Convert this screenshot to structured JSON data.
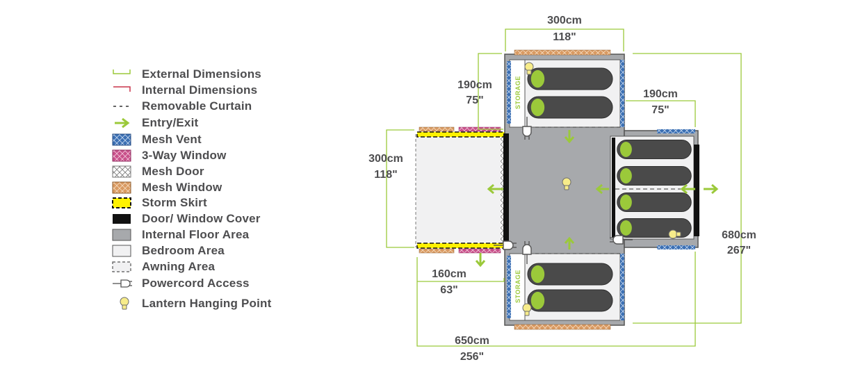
{
  "colors": {
    "green": "#9bc93a",
    "red": "#c8344a",
    "text": "#4d4d4f",
    "floor": "#a7a9ac",
    "bedroom": "#f1f1f2",
    "mesh_vent": "#3b6fb3",
    "window_3way": "#c8508a",
    "mesh_window": "#d99a62",
    "storm_skirt": "#fff200",
    "cover": "#111111",
    "sleeping_bag": "#4a4a4a",
    "bulb": "#f7ec8a"
  },
  "legend": [
    {
      "icon": "external-dimensions-icon",
      "label": "External Dimensions"
    },
    {
      "icon": "internal-dimensions-icon",
      "label": "Internal Dimensions"
    },
    {
      "icon": "removable-curtain-icon",
      "label": "Removable Curtain"
    },
    {
      "icon": "entry-exit-arrow-icon",
      "label": "Entry/Exit"
    },
    {
      "icon": "mesh-vent-icon",
      "label": "Mesh Vent"
    },
    {
      "icon": "three-way-window-icon",
      "label": "3-Way Window"
    },
    {
      "icon": "mesh-door-icon",
      "label": "Mesh Door"
    },
    {
      "icon": "mesh-window-icon",
      "label": "Mesh Window"
    },
    {
      "icon": "storm-skirt-icon",
      "label": "Storm Skirt"
    },
    {
      "icon": "door-window-cover-icon",
      "label": "Door/ Window Cover"
    },
    {
      "icon": "internal-floor-area-icon",
      "label": "Internal Floor Area"
    },
    {
      "icon": "bedroom-area-icon",
      "label": "Bedroom Area"
    },
    {
      "icon": "awning-area-icon",
      "label": "Awning Area"
    },
    {
      "icon": "powercord-access-icon",
      "label": "Powercord Access"
    },
    {
      "icon": "lantern-icon",
      "label": "Lantern Hanging Point"
    }
  ],
  "dimensions": {
    "top_width": {
      "cm": "300cm",
      "in": "118\""
    },
    "left_room_depth": {
      "cm": "190cm",
      "in": "75\""
    },
    "right_room_depth": {
      "cm": "190cm",
      "in": "75\""
    },
    "awning_height": {
      "cm": "300cm",
      "in": "118\""
    },
    "total_height": {
      "cm": "680cm",
      "in": "267\""
    },
    "awning_depth": {
      "cm": "160cm",
      "in": "63\""
    },
    "total_length": {
      "cm": "650cm",
      "in": "256\""
    }
  },
  "storage_label": "STORAGE"
}
